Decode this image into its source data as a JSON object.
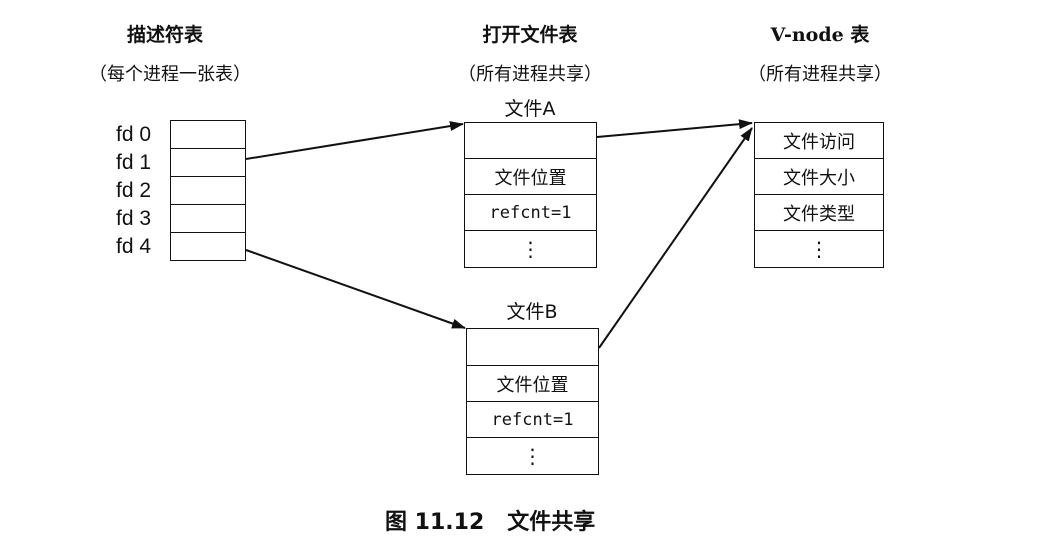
{
  "descriptor_table": {
    "title": "描述符表",
    "subtitle": "（每个进程一张表）",
    "entries": [
      "fd 0",
      "fd 1",
      "fd 2",
      "fd 3",
      "fd 4"
    ]
  },
  "open_file_table": {
    "title": "打开文件表",
    "subtitle": "（所有进程共享）",
    "files": [
      {
        "name": "文件A",
        "position": "文件位置",
        "refcnt": "refcnt=1",
        "ellipsis": "⋮"
      },
      {
        "name": "文件B",
        "position": "文件位置",
        "refcnt": "refcnt=1",
        "ellipsis": "⋮"
      }
    ]
  },
  "vnode_table": {
    "title": "V-node 表",
    "subtitle": "（所有进程共享）",
    "fields": [
      "文件访问",
      "文件大小",
      "文件类型"
    ],
    "ellipsis": "⋮"
  },
  "caption": "图 11.12   文件共享"
}
